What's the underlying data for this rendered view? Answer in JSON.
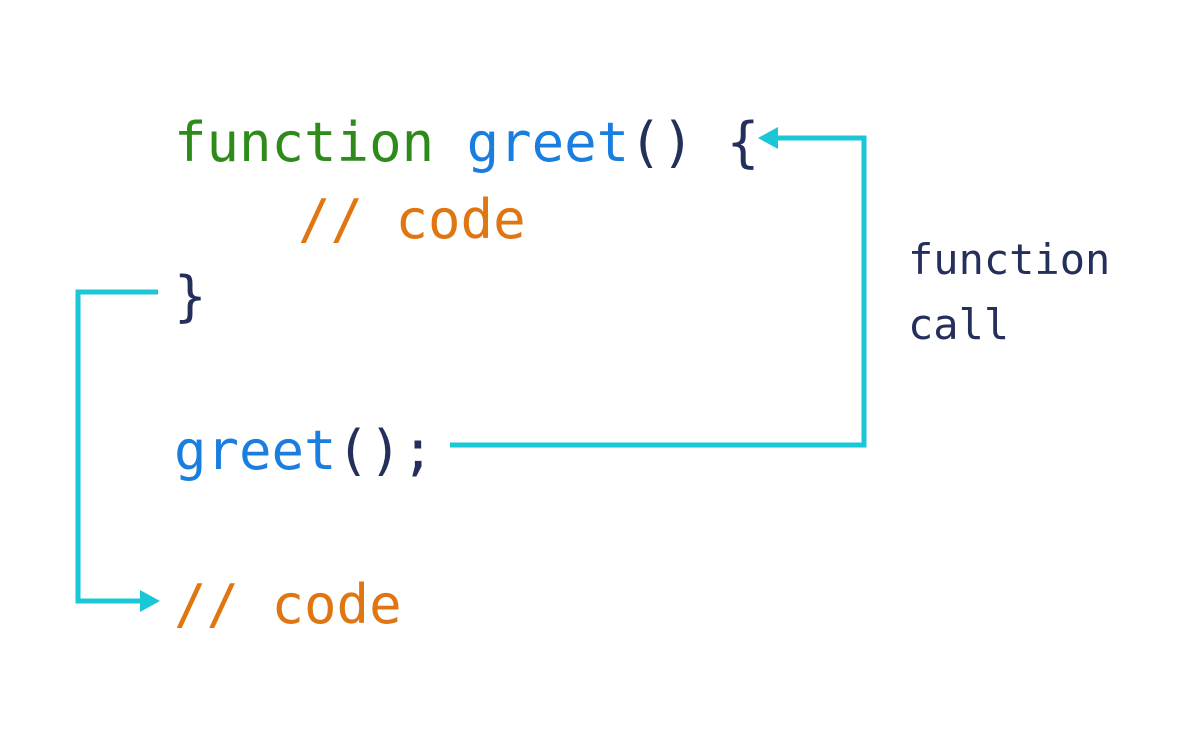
{
  "colors": {
    "keyword": "#2e8b1a",
    "function_name": "#1a7ee0",
    "punctuation": "#252f5c",
    "comment": "#e07612",
    "arrow": "#19c7d6",
    "label": "#252f5c"
  },
  "code": {
    "line1": {
      "keyword": "function",
      "name": "greet",
      "parens": "()",
      "brace": "{"
    },
    "line2": {
      "comment": "// code"
    },
    "line3": {
      "brace": "}"
    },
    "line4": {
      "name": "greet",
      "call": "();"
    },
    "line5": {
      "comment": "// code"
    }
  },
  "annotation": {
    "line1": "function",
    "line2": "call"
  }
}
